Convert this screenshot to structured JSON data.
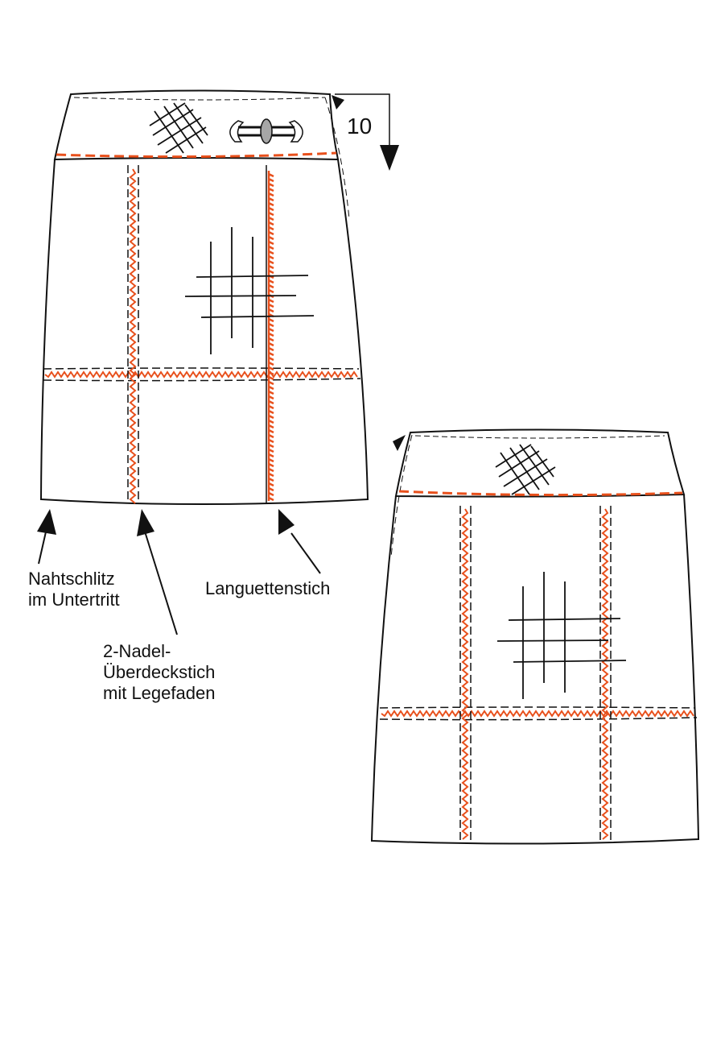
{
  "labels": {
    "seam_slit": {
      "line1": "Nahtschlitz",
      "line2": "im Untertritt"
    },
    "coverstitch": {
      "line1": "2-Nadel-",
      "line2": "Überdeckstich",
      "line3": "mit Legefaden"
    },
    "blanket_stitch": "Languettenstich",
    "waistband_measure": "10"
  },
  "colors": {
    "outline": "#111111",
    "stitch_accent": "#e8501c",
    "button_fill": "#a6a6a6",
    "background": "#ffffff"
  },
  "views": [
    "front-view",
    "back-view"
  ]
}
